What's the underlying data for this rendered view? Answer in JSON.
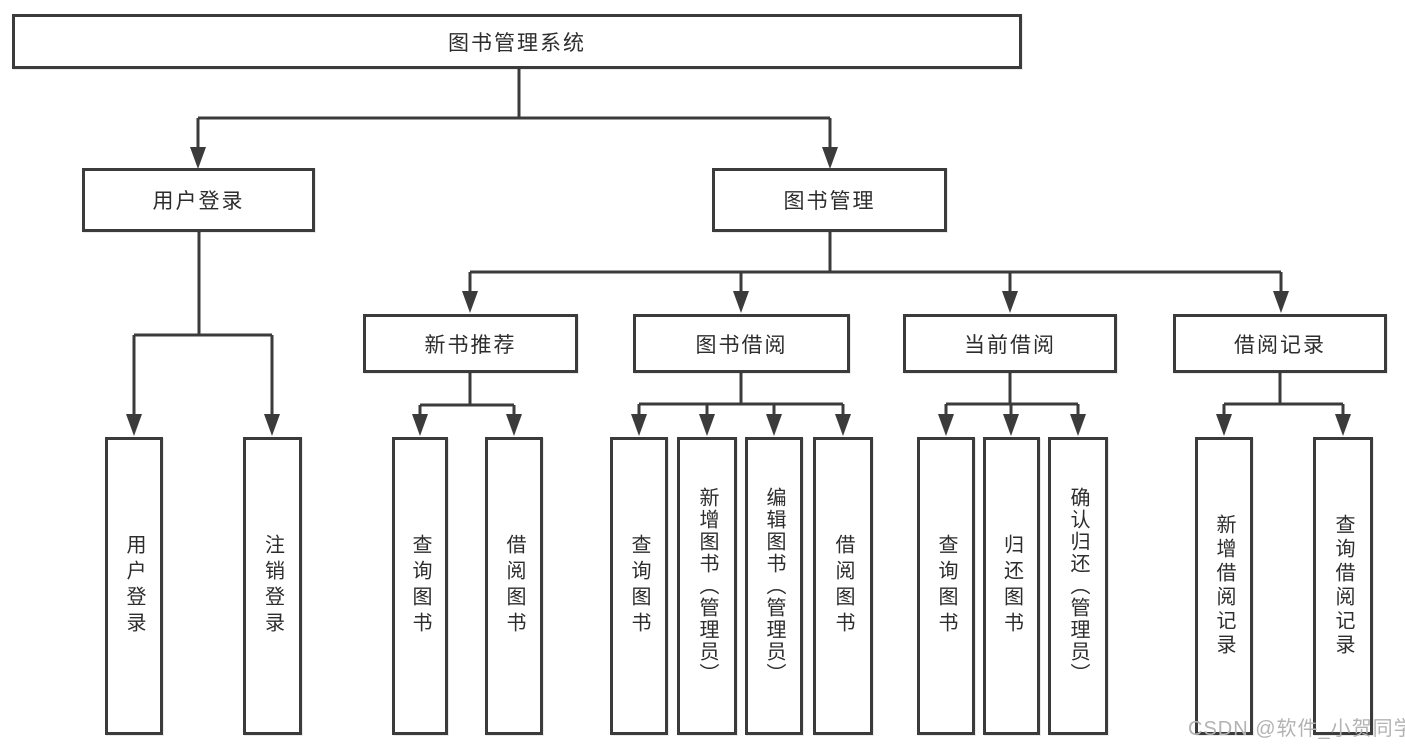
{
  "diagram_title": "图书管理系统",
  "tree": {
    "label": "图书管理系统",
    "children": [
      {
        "label": "用户登录",
        "children": [
          {
            "label": "用户登录"
          },
          {
            "label": "注销登录"
          }
        ]
      },
      {
        "label": "图书管理",
        "children": [
          {
            "label": "新书推荐",
            "children": [
              {
                "label": "查询图书"
              },
              {
                "label": "借阅图书"
              }
            ]
          },
          {
            "label": "图书借阅",
            "children": [
              {
                "label": "查询图书"
              },
              {
                "label": "新增图书（管理员）"
              },
              {
                "label": "编辑图书（管理员）"
              },
              {
                "label": "借阅图书"
              }
            ]
          },
          {
            "label": "当前借阅",
            "children": [
              {
                "label": "查询图书"
              },
              {
                "label": "归还图书"
              },
              {
                "label": "确认归还（管理员）"
              }
            ]
          },
          {
            "label": "借阅记录",
            "children": [
              {
                "label": "新增借阅记录"
              },
              {
                "label": "查询借阅记录"
              }
            ]
          }
        ]
      }
    ]
  },
  "watermark": "CSDN @软件_小贺同学",
  "colors": {
    "background": "#ffffff",
    "box_border": "#3b3b3b",
    "connector_line": "#3b3b3b",
    "text": "#2d2d2d",
    "watermark_text": "#b3b3b3"
  }
}
